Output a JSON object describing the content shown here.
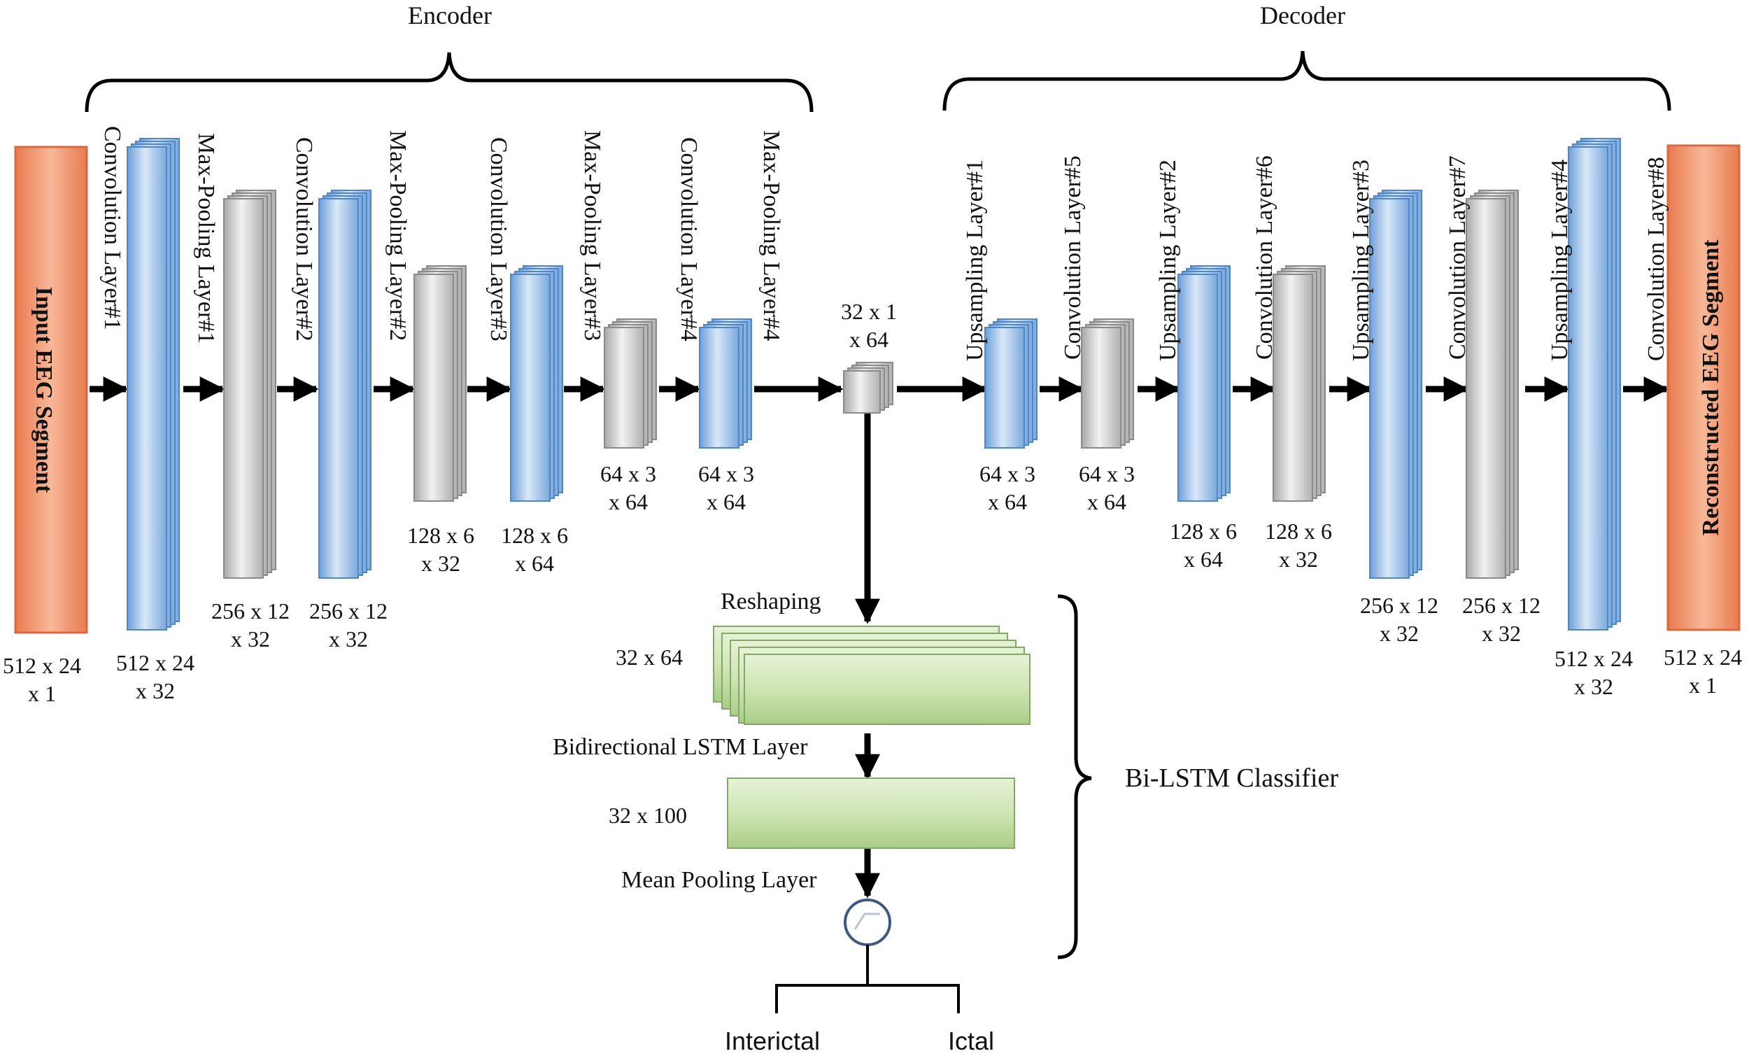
{
  "groups": {
    "encoder": "Encoder",
    "decoder": "Decoder",
    "classifier": "Bi-LSTM Classifier"
  },
  "input": {
    "label": "Input EEG Segment",
    "dims": [
      "512 x 24",
      "x 1"
    ]
  },
  "output": {
    "label": "Reconstructed EEG Segment",
    "dims": [
      "512 x 24",
      "x 1"
    ]
  },
  "encoder_layers": [
    {
      "label": "Convolution Layer#1",
      "dims": [
        "512 x 24",
        "x 32"
      ],
      "kind": "conv"
    },
    {
      "label": "Max-Pooling Layer#1",
      "dims": [
        "256 x 12",
        "x 32"
      ],
      "kind": "pool"
    },
    {
      "label": "Convolution Layer#2",
      "dims": [
        "256 x 12",
        "x 32"
      ],
      "kind": "conv"
    },
    {
      "label": "Max-Pooling Layer#2",
      "dims": [
        "128 x 6",
        "x 32"
      ],
      "kind": "pool"
    },
    {
      "label": "Convolution Layer#3",
      "dims": [
        "128 x 6",
        "x 64"
      ],
      "kind": "conv"
    },
    {
      "label": "Max-Pooling Layer#3",
      "dims": [
        "64 x 3",
        "x 64"
      ],
      "kind": "pool"
    },
    {
      "label": "Convolution Layer#4",
      "dims": [
        "64 x 3",
        "x 64"
      ],
      "kind": "conv"
    },
    {
      "label": "Max-Pooling Layer#4",
      "dims": [
        "32 x 1",
        "x 64"
      ],
      "kind": "pool"
    }
  ],
  "decoder_layers": [
    {
      "label": "Upsampling Layer#1",
      "dims": [
        "64 x 3",
        "x 64"
      ],
      "kind": "conv"
    },
    {
      "label": "Convolution Layer#5",
      "dims": [
        "64 x 3",
        "x 64"
      ],
      "kind": "pool"
    },
    {
      "label": "Upsampling Layer#2",
      "dims": [
        "128 x 6",
        "x 64"
      ],
      "kind": "conv"
    },
    {
      "label": "Convolution Layer#6",
      "dims": [
        "128 x 6",
        "x 32"
      ],
      "kind": "pool"
    },
    {
      "label": "Upsampling Layer#3",
      "dims": [
        "256 x 12",
        "x 32"
      ],
      "kind": "conv"
    },
    {
      "label": "Convolution Layer#7",
      "dims": [
        "256 x 12",
        "x 32"
      ],
      "kind": "pool"
    },
    {
      "label": "Upsampling Layer#4",
      "dims": [
        "512 x 24",
        "x 32"
      ],
      "kind": "conv"
    },
    {
      "label": "Convolution Layer#8",
      "dims": [
        "512 x 24",
        "x 1"
      ],
      "kind": "pool"
    }
  ],
  "classifier": {
    "reshaping": "Reshaping",
    "reshape_dims": "32 x 64",
    "bilstm": "Bidirectional LSTM Layer",
    "bilstm_dims": "32 x 100",
    "mean_pool": "Mean Pooling Layer",
    "outputs": [
      "Interictal",
      "Ictal"
    ]
  },
  "colors": {
    "input_block": "#f2a07e",
    "conv_block": "#a9c9ec",
    "pool_block": "#d6d6d6",
    "lstm_block": "#cfe5b4",
    "arrow": "#000000"
  }
}
